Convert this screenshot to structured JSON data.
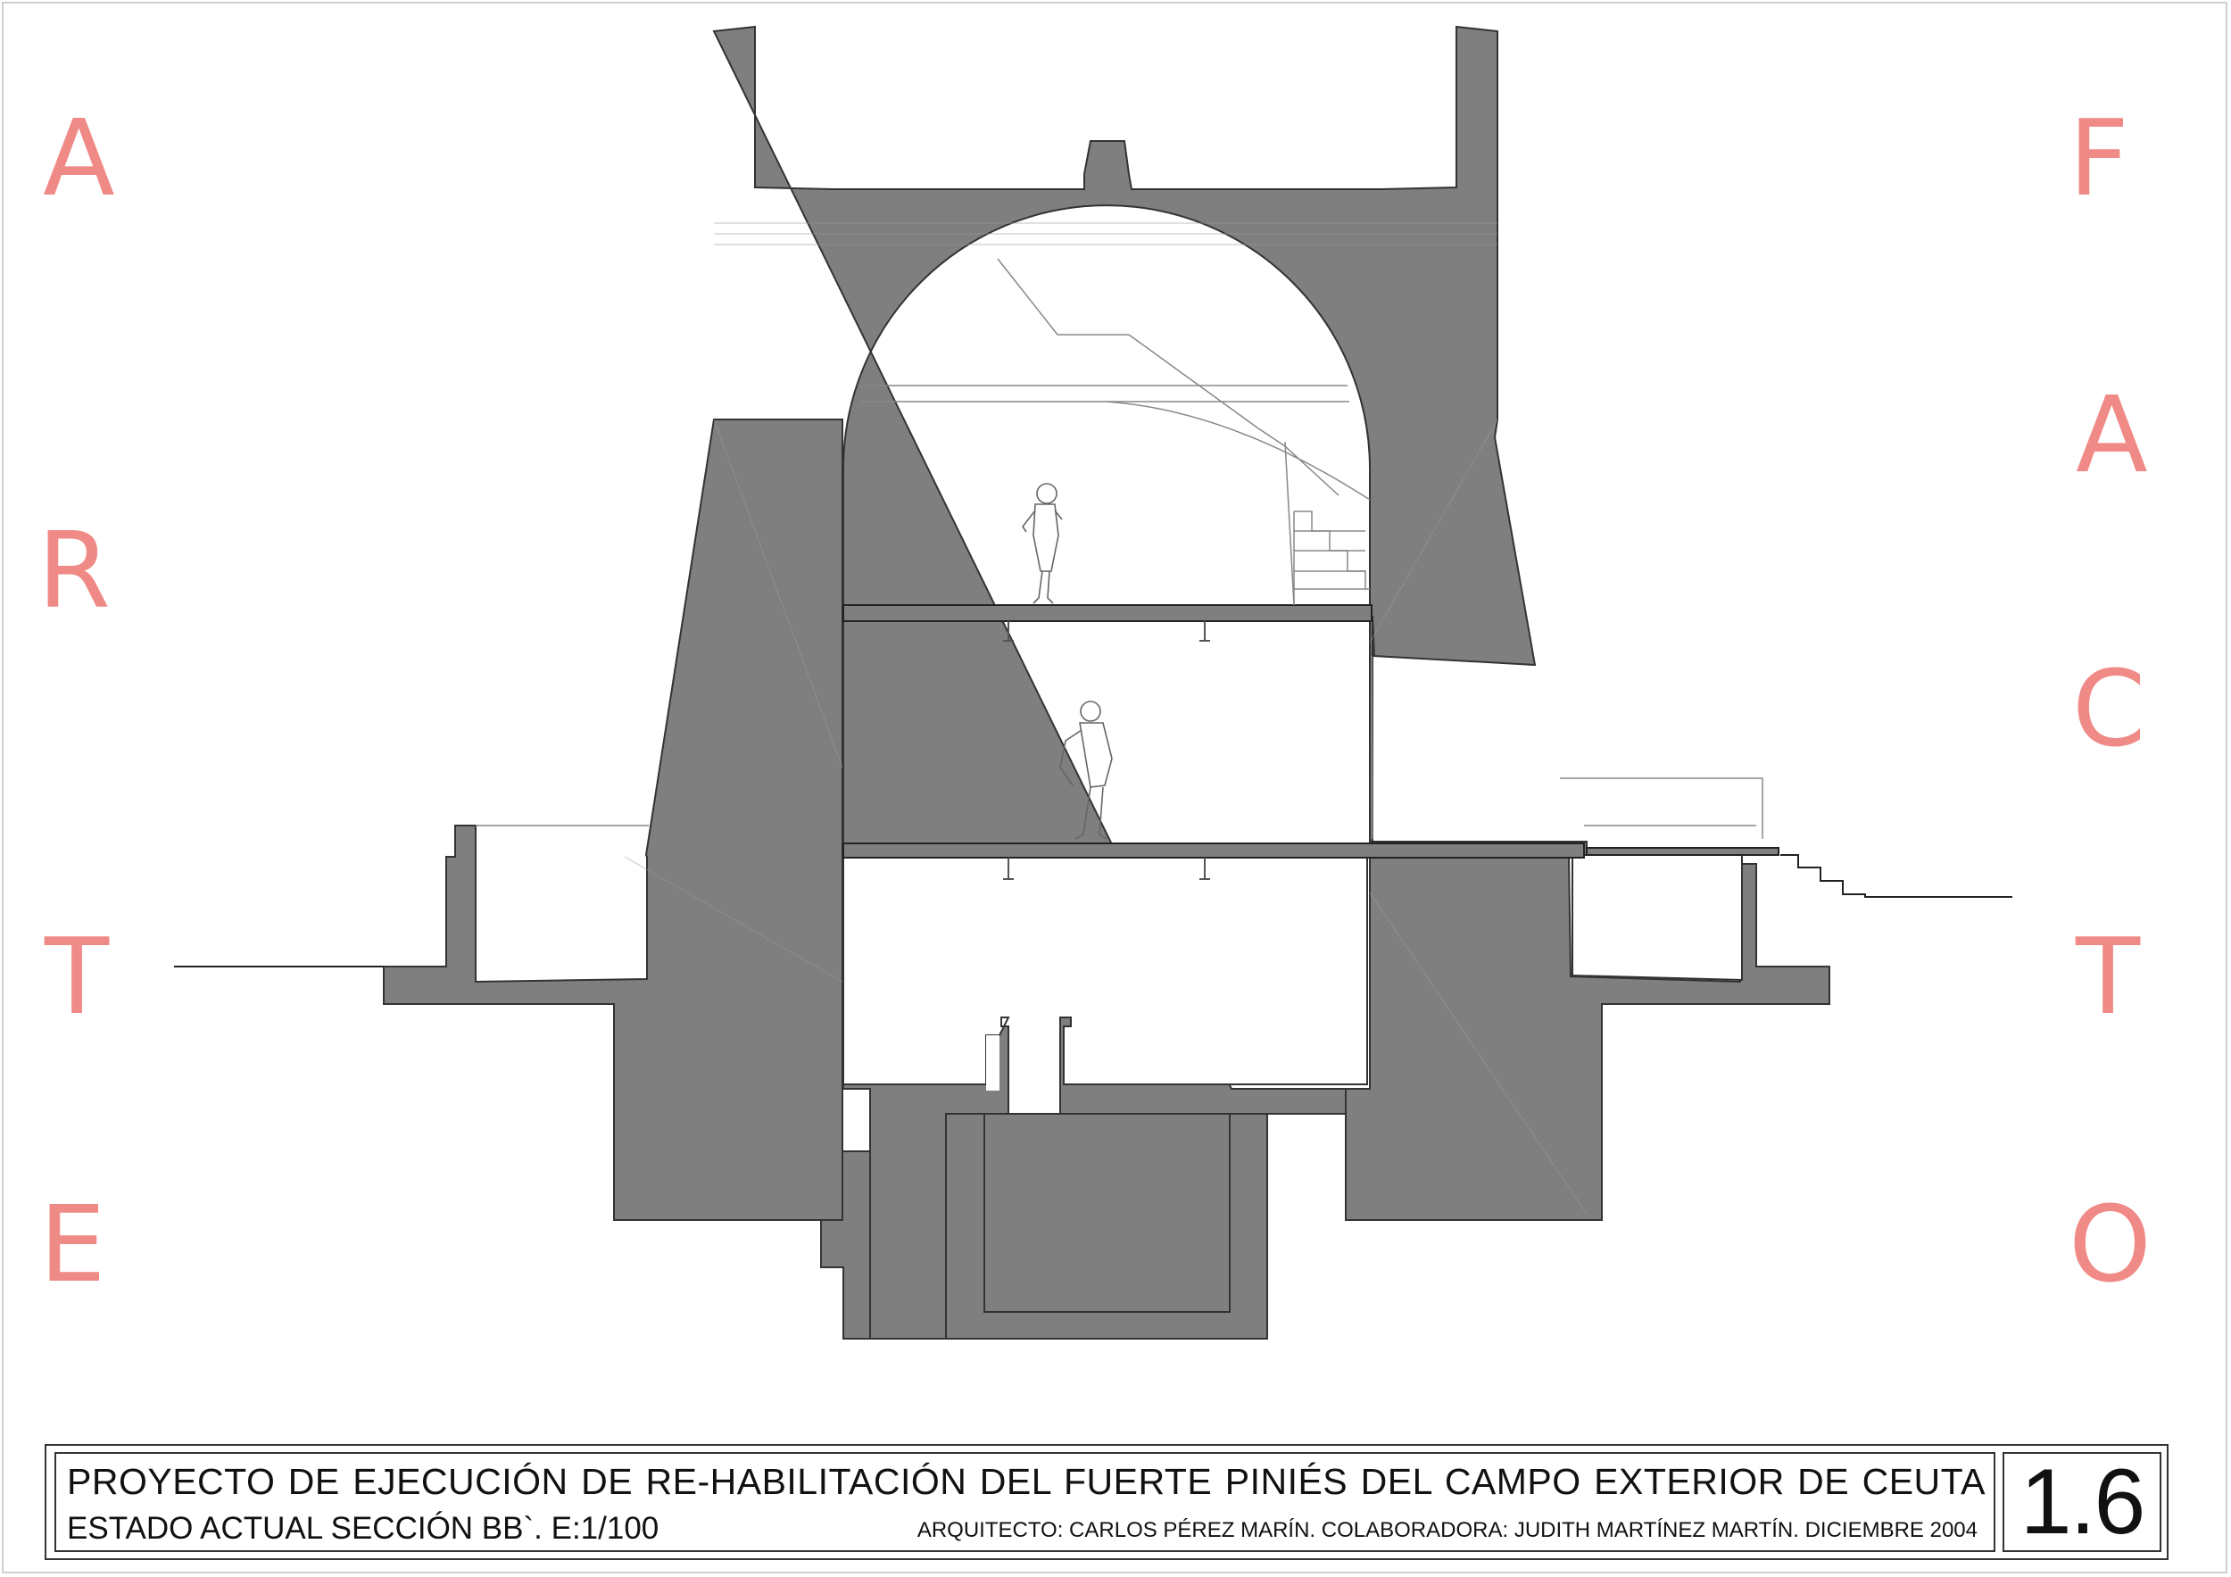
{
  "side_left": {
    "letters": [
      "A",
      "R",
      "T",
      "E"
    ]
  },
  "side_right": {
    "letters": [
      "F",
      "A",
      "C",
      "T",
      "O"
    ]
  },
  "title_block": {
    "project_title": "PROYECTO DE EJECUCIÓN DE RE-HABILITACIÓN DEL FUERTE PINIÉS DEL CAMPO EXTERIOR DE CEUTA",
    "subtitle": "ESTADO ACTUAL SECCIÓN BB`. E:1/100",
    "credits": "ARQUITECTO: CARLOS PÉREZ MARÍN. COLABORADORA: JUDITH MARTÍNEZ MARTÍN. DICIEMBRE 2004",
    "sheet_number": "1.6"
  },
  "colors": {
    "accent_letters": "#f08a86",
    "section_fill": "#7f7f7f",
    "line": "#222222"
  }
}
